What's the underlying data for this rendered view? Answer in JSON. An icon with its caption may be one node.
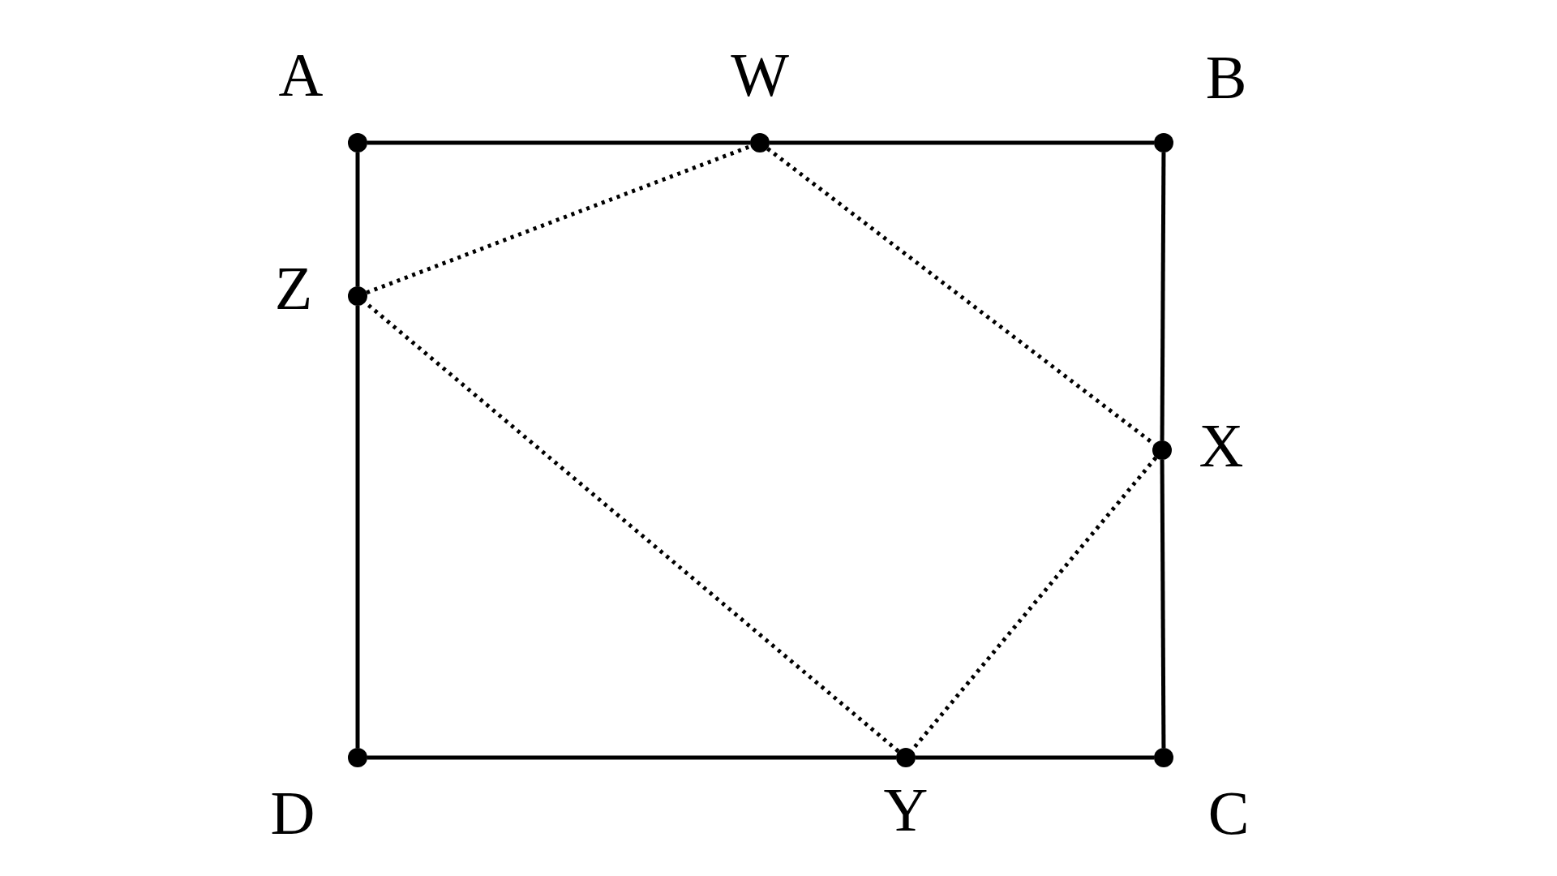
{
  "diagram": {
    "nodes": [
      {
        "text": [],
        "shape": "circle",
        "beside": [
          "A"
        ]
      },
      {
        "text": [],
        "shape": "circle",
        "beside": [
          "W"
        ]
      },
      {
        "text": [],
        "shape": "circle",
        "beside": [
          "B"
        ]
      },
      {
        "text": [],
        "shape": "circle",
        "beside": [
          "Z"
        ]
      },
      {
        "text": [],
        "shape": "circle",
        "beside": [
          "X"
        ]
      },
      {
        "text": [],
        "shape": "circle",
        "beside": [
          "D"
        ]
      },
      {
        "text": [],
        "shape": "circle",
        "beside": [
          "Y"
        ]
      },
      {
        "text": [],
        "shape": "circle",
        "beside": [
          "C"
        ]
      }
    ],
    "edges": [
      {
        "from": 0,
        "to": 1,
        "arrow": "none"
      },
      {
        "from": 1,
        "to": 2,
        "arrow": "none"
      },
      {
        "from": 2,
        "to": 4,
        "arrow": "none"
      },
      {
        "from": 4,
        "to": 7,
        "arrow": "none"
      },
      {
        "from": 7,
        "to": 6,
        "arrow": "none"
      },
      {
        "from": 6,
        "to": 5,
        "arrow": "none"
      },
      {
        "from": 5,
        "to": 3,
        "arrow": "none"
      },
      {
        "from": 3,
        "to": 0,
        "arrow": "none"
      },
      {
        "from": 3,
        "to": 1,
        "arrow": "none",
        "style": "dashed"
      },
      {
        "from": 1,
        "to": 4,
        "arrow": "none",
        "style": "dashed"
      },
      {
        "from": 4,
        "to": 6,
        "arrow": "none",
        "style": "dashed"
      },
      {
        "from": 6,
        "to": 3,
        "arrow": "none",
        "style": "dashed"
      }
    ]
  }
}
